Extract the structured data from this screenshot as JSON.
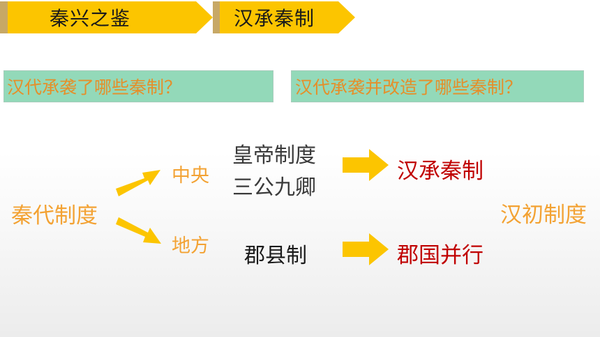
{
  "header": {
    "tabs": [
      {
        "label": "秦兴之鉴"
      },
      {
        "label": "汉承秦制"
      }
    ]
  },
  "questions": [
    {
      "text": "汉代承袭了哪些秦制？"
    },
    {
      "text": "汉代承袭并改造了哪些秦制？"
    }
  ],
  "diagram": {
    "root": "秦代制度",
    "branches": {
      "central": {
        "label": "中央",
        "items": [
          "皇帝制度",
          "三公九卿"
        ],
        "result": "汉承秦制"
      },
      "local": {
        "label": "地方",
        "items": [
          "郡县制"
        ],
        "result": "郡国并行"
      }
    },
    "summary": "汉初制度"
  },
  "colors": {
    "tab_fill": "#fcc500",
    "tab_stripe": "#c7a866",
    "question_fill": "#93d9b9",
    "question_text": "#e58f2a",
    "orange_text": "#f3a233",
    "red_text": "#c00000",
    "arrow_fill": "#fcc500"
  }
}
